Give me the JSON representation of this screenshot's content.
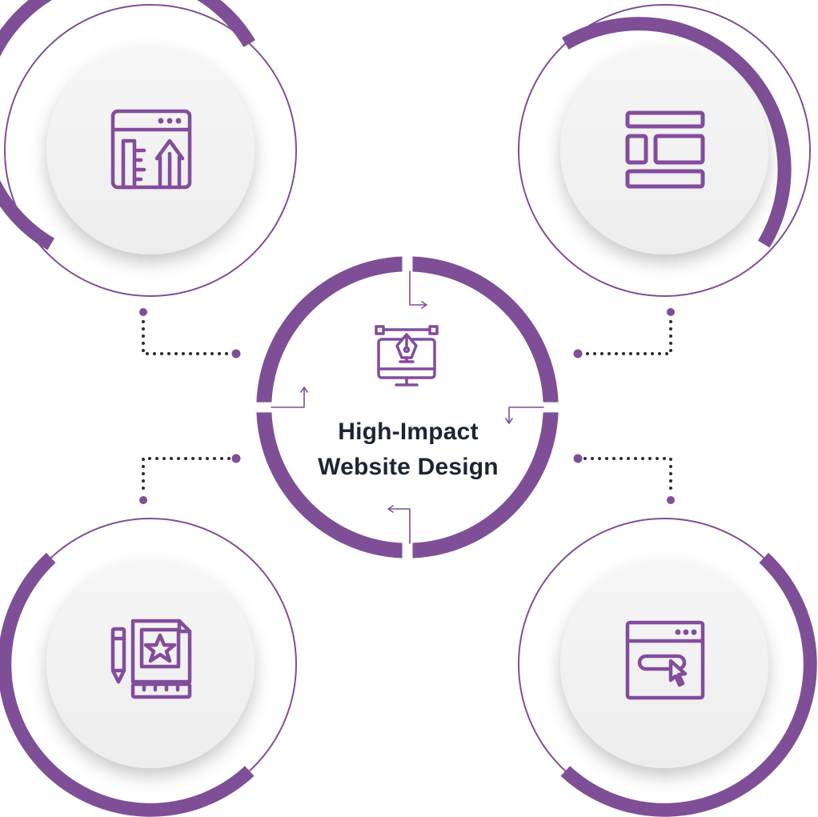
{
  "colors": {
    "accent": "#7e4f96",
    "icon": "#834c9c",
    "text": "#1e2433",
    "disc": "#f2f2f2",
    "dots": "#2a2a36"
  },
  "center": {
    "title_line1": "High-Impact",
    "title_line2": "Website Design",
    "icon": "pen-tool-monitor-icon"
  },
  "nodes": [
    {
      "id": "top-left",
      "icon": "browser-layout-chart-icon"
    },
    {
      "id": "top-right",
      "icon": "page-layout-icon"
    },
    {
      "id": "bottom-left",
      "icon": "design-canvas-star-icon"
    },
    {
      "id": "bottom-right",
      "icon": "browser-click-button-icon"
    }
  ]
}
